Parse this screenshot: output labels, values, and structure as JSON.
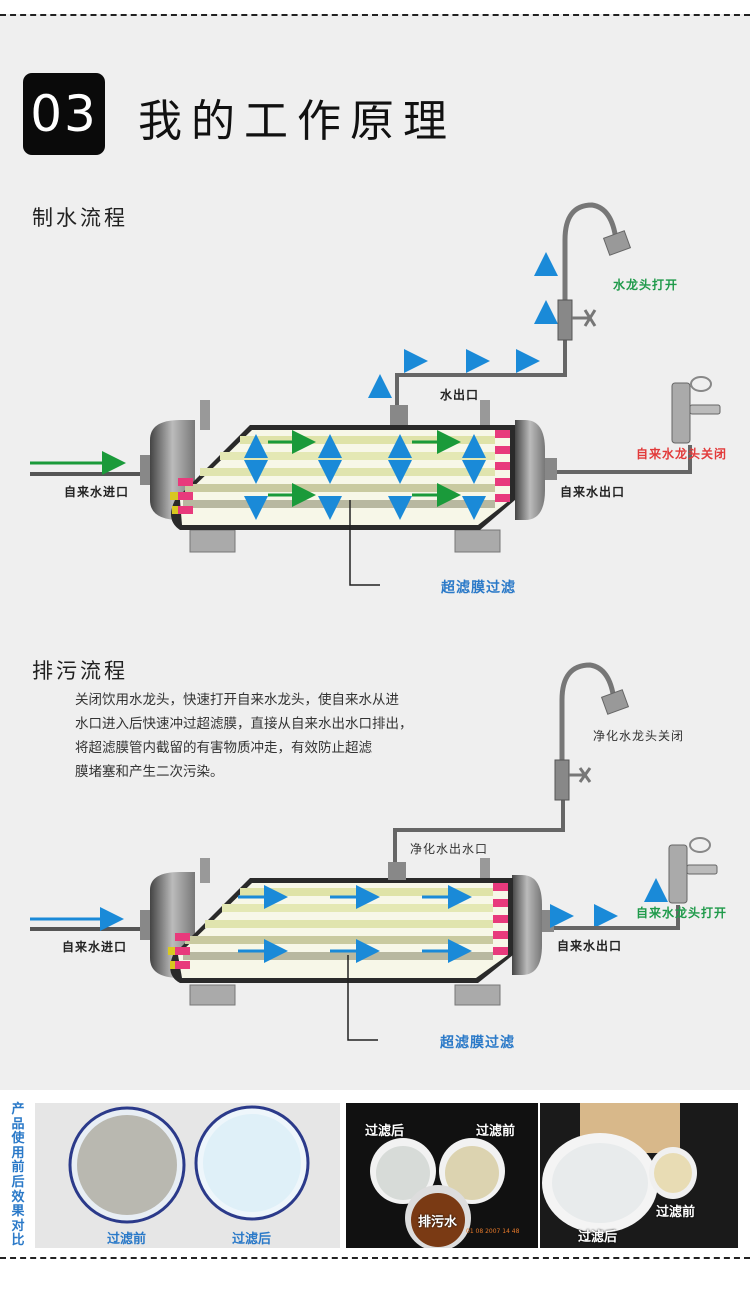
{
  "header": {
    "badge_number": "03",
    "title": "我的工作原理"
  },
  "production_flow": {
    "section_title": "制水流程",
    "labels": {
      "inlet": "自来水进口",
      "water_outlet": "水出口",
      "tap_water_outlet": "自来水出口",
      "purified_faucet_state": "水龙头打开",
      "tap_faucet_state": "自来水龙头关闭",
      "membrane": "超滤膜过滤"
    },
    "colors": {
      "flow_arrow": "#1a9a3a",
      "filtrate_arrow": "#1a8ad8"
    }
  },
  "flush_flow": {
    "section_title": "排污流程",
    "description_lines": [
      "关闭饮用水龙头，快速打开自来水龙头，使自来水从进",
      "水口进入后快速冲过超滤膜，直接从自来水出水口排出，",
      "将超滤膜管内截留的有害物质冲走，有效防止超滤",
      "膜堵塞和产生二次污染。"
    ],
    "labels": {
      "inlet": "自来水进口",
      "purified_outlet": "净化水出水口",
      "tap_water_outlet": "自来水出口",
      "purified_faucet_state": "净化水龙头关闭",
      "tap_faucet_state": "自来水龙头打开",
      "membrane": "超滤膜过滤"
    },
    "colors": {
      "flow_arrow": "#1a8ad8"
    }
  },
  "comparison": {
    "side_title": "产品使用前后效果对比",
    "photo1": {
      "before": "过滤前",
      "after": "过滤后"
    },
    "photo2": {
      "after": "过滤后",
      "before": "过滤前",
      "waste": "排污水",
      "timestamp": "01 08 2007 14 48"
    },
    "photo3": {
      "after": "过滤后",
      "before": "过滤前"
    }
  }
}
